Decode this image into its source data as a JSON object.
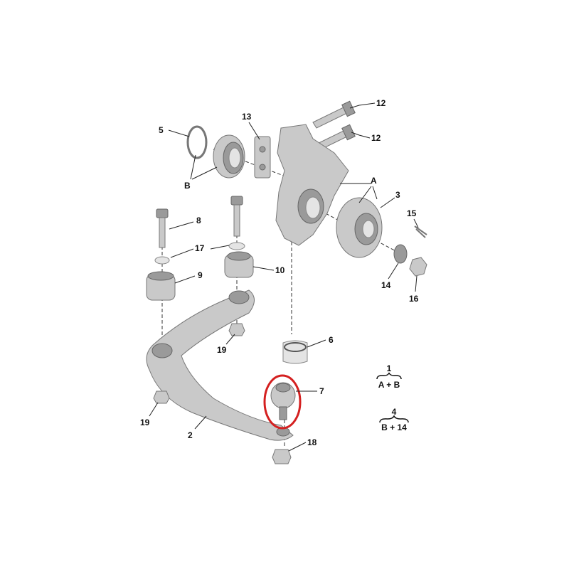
{
  "callouts": {
    "p12a": "12",
    "p12b": "12",
    "p13": "13",
    "p5": "5",
    "pB": "B",
    "pA": "A",
    "p3": "3",
    "p15": "15",
    "p8": "8",
    "p17": "17",
    "p10": "10",
    "p9": "9",
    "p14": "14",
    "p16": "16",
    "p19a": "19",
    "p6": "6",
    "p7": "7",
    "p19b": "19",
    "p2": "2",
    "p18": "18"
  },
  "kits": [
    {
      "number": "1",
      "contents": "A + B"
    },
    {
      "number": "4",
      "contents": "B + 14"
    }
  ],
  "highlight_color": "#d42020"
}
